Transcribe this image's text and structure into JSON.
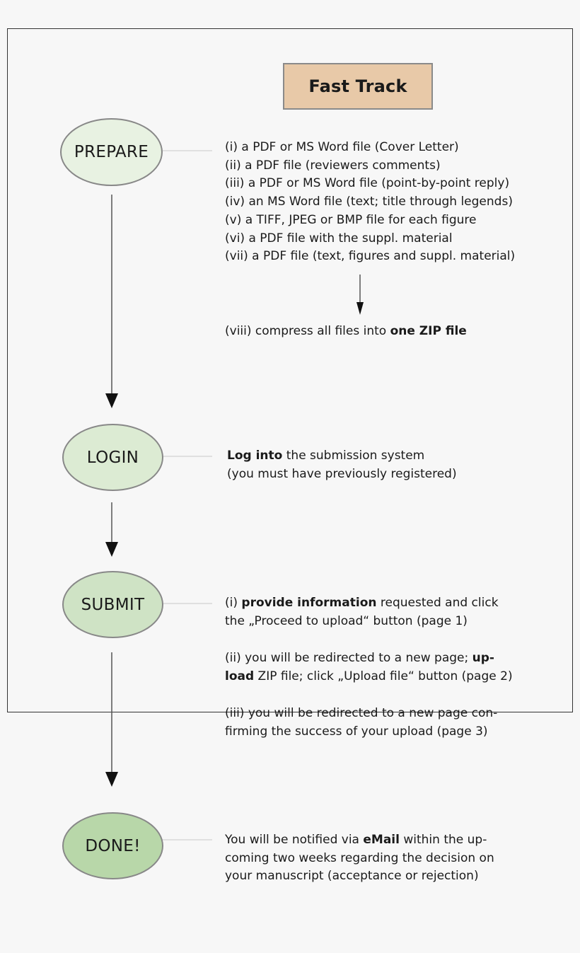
{
  "title": "Fast Track",
  "nodes": {
    "prepare": "PREPARE",
    "login": "LOGIN",
    "submit": "SUBMIT",
    "done": "DONE!"
  },
  "prepare": {
    "items": [
      "(i) a PDF or MS Word file (Cover Letter)",
      "(ii) a PDF file (reviewers comments)",
      "(iii) a PDF or MS Word file (point-by-point reply)",
      "(iv) an MS Word file (text; title through legends)",
      "(v) a TIFF, JPEG or BMP file for each figure",
      "(vi) a PDF file with the suppl. material",
      "(vii) a PDF file (text, figures and suppl. material)"
    ],
    "zip_prefix": "(viii) compress all files into ",
    "zip_bold": "one ZIP file"
  },
  "login": {
    "bold": "Log into",
    "line1_rest": " the submission system",
    "line2": "(you must have previously registered)"
  },
  "submit": {
    "step1_prefix": "(i) ",
    "step1_bold": "provide information",
    "step1_rest": " requested and click",
    "step1_line2": "the „Proceed to upload“ button (page 1)",
    "step2_line1": "(ii) you will be redirected to a new page; ",
    "step2_bold1": "up-",
    "step2_bold2": "load",
    "step2_line2_rest": " ZIP file; click „Upload file“ button (page 2)",
    "step3_line1": "(iii) you will be redirected to a new page con-",
    "step3_line2": "firming the success of your upload (page 3)"
  },
  "done": {
    "line1_prefix": "You will be notified via ",
    "line1_bold": "eMail",
    "line1_rest": " within the up-",
    "line2": "coming two weeks regarding the decision on",
    "line3": "your manuscript (acceptance or rejection)"
  }
}
